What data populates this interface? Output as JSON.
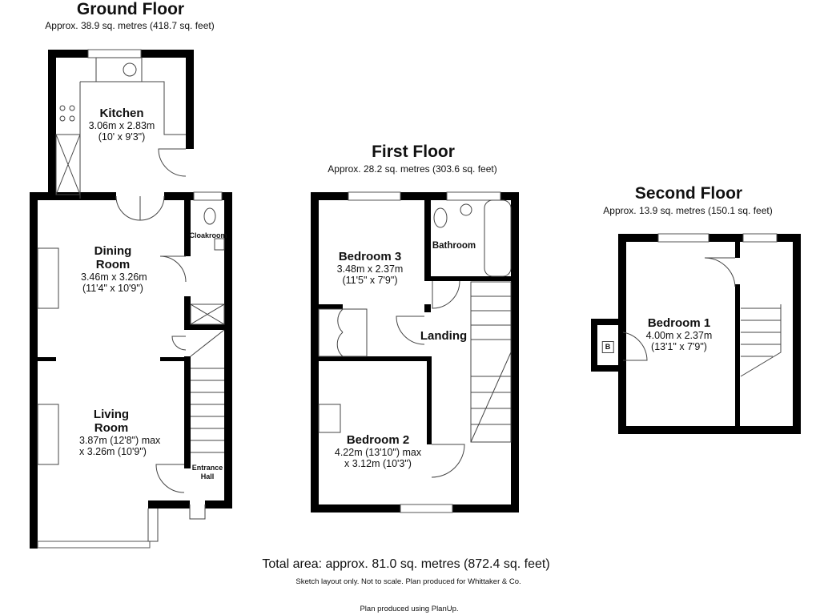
{
  "ground_floor": {
    "title": "Ground Floor",
    "area": "Approx. 38.9 sq. metres (418.7 sq. feet)",
    "rooms": [
      {
        "name": "Kitchen",
        "dims": [
          "3.06m x 2.83m",
          "(10' x 9'3\")"
        ]
      },
      {
        "name": "Dining Room",
        "dims": [
          "3.46m x 3.26m",
          "(11'4\" x 10'9\")"
        ]
      },
      {
        "name": "Living Room",
        "dims": [
          "3.87m (12'8\") max",
          "x 3.26m (10'9\")"
        ]
      },
      {
        "name": "Cloakroom"
      },
      {
        "name": "Entrance Hall"
      }
    ]
  },
  "first_floor": {
    "title": "First Floor",
    "area": "Approx. 28.2 sq. metres (303.6 sq. feet)",
    "rooms": [
      {
        "name": "Bedroom 3",
        "dims": [
          "3.48m x 2.37m",
          "(11'5\" x 7'9\")"
        ]
      },
      {
        "name": "Bathroom"
      },
      {
        "name": "Landing"
      },
      {
        "name": "Bedroom 2",
        "dims": [
          "4.22m (13'10\") max",
          "x 3.12m (10'3\")"
        ]
      }
    ]
  },
  "second_floor": {
    "title": "Second Floor",
    "area": "Approx. 13.9 sq. metres (150.1 sq. feet)",
    "rooms": [
      {
        "name": "Bedroom 1",
        "dims": [
          "4.00m x 2.37m",
          "(13'1\" x 7'9\")"
        ]
      },
      {
        "name": "B"
      }
    ]
  },
  "footer": {
    "total": "Total area: approx. 81.0 sq. metres (872.4 sq. feet)",
    "disclaimer": "Sketch layout only. Not to scale. Plan produced for Whittaker & Co.",
    "credit": "Plan produced using PlanUp."
  }
}
